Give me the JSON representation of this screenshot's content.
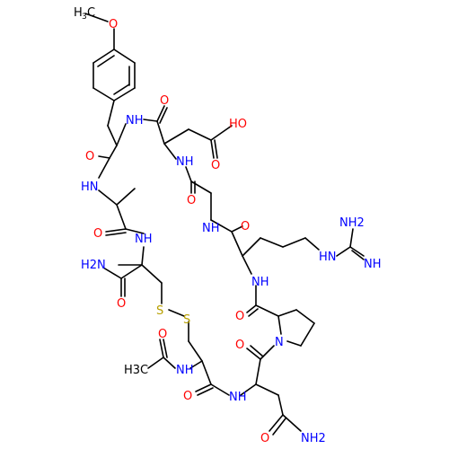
{
  "colors": {
    "carbon": "#000000",
    "oxygen": "#ff0000",
    "nitrogen": "#0000ff",
    "sulfur": "#b8a000"
  },
  "labels": {
    "methoxy_o": "O",
    "methoxy_c": "H",
    "methoxy_c3": "C",
    "methoxy_sub": "3",
    "asp_o1": "O",
    "asp_ho": "HO",
    "asp_o2": "O",
    "tyr_nh": "NH",
    "tyr_o": "O",
    "asp_nh": "NH",
    "gly_o": "O",
    "ala_hn": "HN",
    "ala_o": "O",
    "gly_nh": "NH",
    "arg_o": "O",
    "cys_nh": "NH",
    "cys_h2n": "H2N",
    "cys_o": "O",
    "guan_nh2": "NH2",
    "guan_hn": "HN",
    "guan_nh": "NH",
    "arg_nh": "NH",
    "pro_o": "O",
    "s1": "S",
    "s2": "S",
    "pro_n": "N",
    "pro_o2": "O",
    "ac_o": "O",
    "ac_nh": "NH",
    "ac_ch3": "H3C",
    "cys2_o": "O",
    "asn_nh": "NH",
    "asn_o": "O",
    "asn_nh2": "NH2"
  }
}
